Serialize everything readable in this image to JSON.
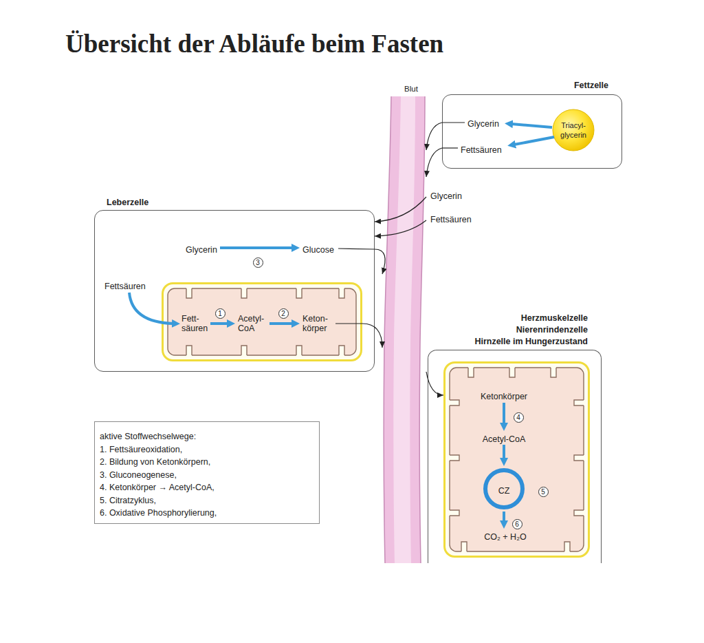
{
  "diagram": {
    "title": "Übersicht der Abläufe beim Fasten",
    "nodes": [
      {
        "text": [
          "Fettzelle"
        ]
      },
      {
        "text": [
          "Triacyl- glycerin"
        ],
        "in": 0
      },
      {
        "text": [
          "Blut"
        ]
      },
      {
        "text": [
          "Leberzelle"
        ]
      },
      {
        "text": [
          "Fett- säuren",
          "Acetyl- CoA",
          "Keton- körper"
        ],
        "in": 3
      },
      {
        "text": [
          "Herzmuskelzelle",
          "Nierenrindenzelle",
          "Hirnzelle im Hungerzustand"
        ]
      },
      {
        "text": [
          "Ketonkörper",
          "Acetyl-CoA",
          "CO₂ + H₂O"
        ],
        "in": 5
      },
      {
        "text": [
          "CZ"
        ],
        "in": 6
      },
      {
        "text": [
          "aktive Stoffwechselwege:",
          "1. Fettsäureoxidation,",
          "2. Bildung von Ketonkörpern,",
          "3. Gluconeogenese,",
          "4. Ketonkörper → Acetyl-CoA,",
          "5. Citratzyklus,",
          "6. Oxidative Phosphorylierung,"
        ]
      }
    ],
    "edges": [
      {
        "from": 0,
        "to": 2,
        "arrow": "to"
      },
      {
        "from": 0,
        "to": 2,
        "arrow": "to"
      },
      {
        "from": 2,
        "to": 3,
        "arrow": "to"
      },
      {
        "from": 2,
        "to": 3,
        "arrow": "to"
      },
      {
        "from": 3,
        "to": 2,
        "arrow": "to"
      },
      {
        "from": 4,
        "to": 2,
        "arrow": "to"
      },
      {
        "from": 2,
        "to": 6,
        "arrow": "to"
      }
    ],
    "labels": [
      "Glycerin",
      "Fettsäuren",
      "Glycerin",
      "Fettsäuren",
      "Glycerin",
      "Glucose",
      "3",
      "Fettsäuren",
      "1",
      "2",
      "4",
      "5",
      "6"
    ]
  }
}
